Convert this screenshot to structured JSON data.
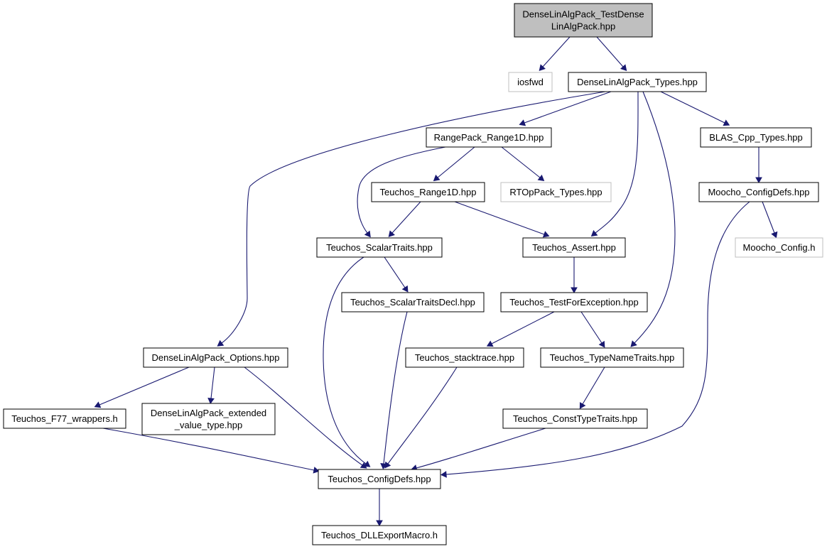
{
  "graph": {
    "arrow_color": "#191970",
    "nodes": [
      {
        "id": "root",
        "lines": [
          "DenseLinAlgPack_TestDense",
          "LinAlgPack.hpp"
        ],
        "kind": "root",
        "fill": "#bfbfbf"
      },
      {
        "id": "iosfwd",
        "lines": [
          "iosfwd"
        ],
        "kind": "external"
      },
      {
        "id": "types",
        "lines": [
          "DenseLinAlgPack_Types.hpp"
        ],
        "kind": "normal"
      },
      {
        "id": "range1d",
        "lines": [
          "RangePack_Range1D.hpp"
        ],
        "kind": "normal"
      },
      {
        "id": "blas",
        "lines": [
          "BLAS_Cpp_Types.hpp"
        ],
        "kind": "normal"
      },
      {
        "id": "teuchos_range",
        "lines": [
          "Teuchos_Range1D.hpp"
        ],
        "kind": "normal"
      },
      {
        "id": "rtop",
        "lines": [
          "RTOpPack_Types.hpp"
        ],
        "kind": "external"
      },
      {
        "id": "moocho_defs",
        "lines": [
          "Moocho_ConfigDefs.hpp"
        ],
        "kind": "normal"
      },
      {
        "id": "scalar",
        "lines": [
          "Teuchos_ScalarTraits.hpp"
        ],
        "kind": "normal"
      },
      {
        "id": "assert",
        "lines": [
          "Teuchos_Assert.hpp"
        ],
        "kind": "normal"
      },
      {
        "id": "moocho_config",
        "lines": [
          "Moocho_Config.h"
        ],
        "kind": "external"
      },
      {
        "id": "scalardecl",
        "lines": [
          "Teuchos_ScalarTraitsDecl.hpp"
        ],
        "kind": "normal"
      },
      {
        "id": "testfor",
        "lines": [
          "Teuchos_TestForException.hpp"
        ],
        "kind": "normal"
      },
      {
        "id": "options",
        "lines": [
          "DenseLinAlgPack_Options.hpp"
        ],
        "kind": "normal"
      },
      {
        "id": "stack",
        "lines": [
          "Teuchos_stacktrace.hpp"
        ],
        "kind": "normal"
      },
      {
        "id": "typename",
        "lines": [
          "Teuchos_TypeNameTraits.hpp"
        ],
        "kind": "normal"
      },
      {
        "id": "f77",
        "lines": [
          "Teuchos_F77_wrappers.h"
        ],
        "kind": "normal"
      },
      {
        "id": "extended",
        "lines": [
          "DenseLinAlgPack_extended",
          "_value_type.hpp"
        ],
        "kind": "normal"
      },
      {
        "id": "consttype",
        "lines": [
          "Teuchos_ConstTypeTraits.hpp"
        ],
        "kind": "normal"
      },
      {
        "id": "configdefs",
        "lines": [
          "Teuchos_ConfigDefs.hpp"
        ],
        "kind": "normal"
      },
      {
        "id": "dll",
        "lines": [
          "Teuchos_DLLExportMacro.h"
        ],
        "kind": "normal"
      }
    ],
    "edges": [
      {
        "from": "root",
        "to": "iosfwd"
      },
      {
        "from": "root",
        "to": "types"
      },
      {
        "from": "types",
        "to": "range1d"
      },
      {
        "from": "types",
        "to": "blas"
      },
      {
        "from": "types",
        "to": "options"
      },
      {
        "from": "types",
        "to": "assert"
      },
      {
        "from": "types",
        "to": "typename"
      },
      {
        "from": "range1d",
        "to": "teuchos_range"
      },
      {
        "from": "range1d",
        "to": "rtop"
      },
      {
        "from": "range1d",
        "to": "scalar"
      },
      {
        "from": "blas",
        "to": "moocho_defs"
      },
      {
        "from": "teuchos_range",
        "to": "scalar"
      },
      {
        "from": "teuchos_range",
        "to": "assert"
      },
      {
        "from": "moocho_defs",
        "to": "moocho_config"
      },
      {
        "from": "moocho_defs",
        "to": "configdefs"
      },
      {
        "from": "scalar",
        "to": "scalardecl"
      },
      {
        "from": "scalar",
        "to": "configdefs"
      },
      {
        "from": "assert",
        "to": "testfor"
      },
      {
        "from": "scalardecl",
        "to": "configdefs"
      },
      {
        "from": "testfor",
        "to": "stack"
      },
      {
        "from": "testfor",
        "to": "typename"
      },
      {
        "from": "options",
        "to": "f77"
      },
      {
        "from": "options",
        "to": "extended"
      },
      {
        "from": "options",
        "to": "configdefs"
      },
      {
        "from": "stack",
        "to": "configdefs"
      },
      {
        "from": "typename",
        "to": "consttype"
      },
      {
        "from": "f77",
        "to": "configdefs"
      },
      {
        "from": "consttype",
        "to": "configdefs"
      },
      {
        "from": "configdefs",
        "to": "dll"
      }
    ]
  }
}
